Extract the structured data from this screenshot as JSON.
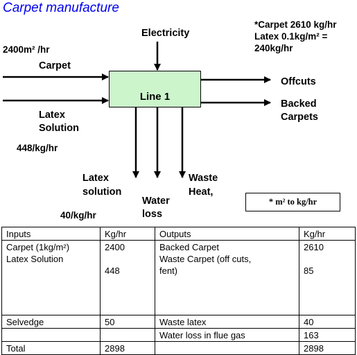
{
  "title": "Carpet manufacture",
  "diagram": {
    "electricity": "Electricity",
    "carpet_rate": "2400m² /hr",
    "carpet": "Carpet",
    "latex_in_line1": "Latex",
    "latex_in_line2": "Solution",
    "latex_in_rate": "448/kg/hr",
    "process": "Line 1",
    "offcuts": "Offcuts",
    "backed_line1": "Backed",
    "backed_line2": "Carpets",
    "latex_out_line1": "Latex",
    "latex_out_line2": "solution",
    "latex_out_rate": "40/kg/hr",
    "water_line1": "Water",
    "water_line2": "loss",
    "waste_line1": "Waste",
    "waste_line2": "Heat,",
    "note_line1": "*Carpet 2610 kg/hr",
    "note_line2": "Latex  0.1kg/m² =",
    "note_line3": "240kg/hr",
    "conversion_note": "* m² to kg/hr"
  },
  "table": {
    "headers": [
      "Inputs",
      "Kg/hr",
      "Outputs",
      "Kg/hr"
    ],
    "rows": [
      [
        "Carpet (1kg/m²)\nLatex Solution",
        "2400\n\n448",
        "Backed Carpet\nWaste Carpet (off cuts,\nfent)",
        "2610\n\n85"
      ],
      [
        "Selvedge",
        "50",
        "Waste latex",
        "40"
      ],
      [
        "",
        "",
        "Water loss in flue gas",
        "163"
      ],
      [
        "Total",
        "2898",
        "",
        "2898"
      ]
    ]
  }
}
